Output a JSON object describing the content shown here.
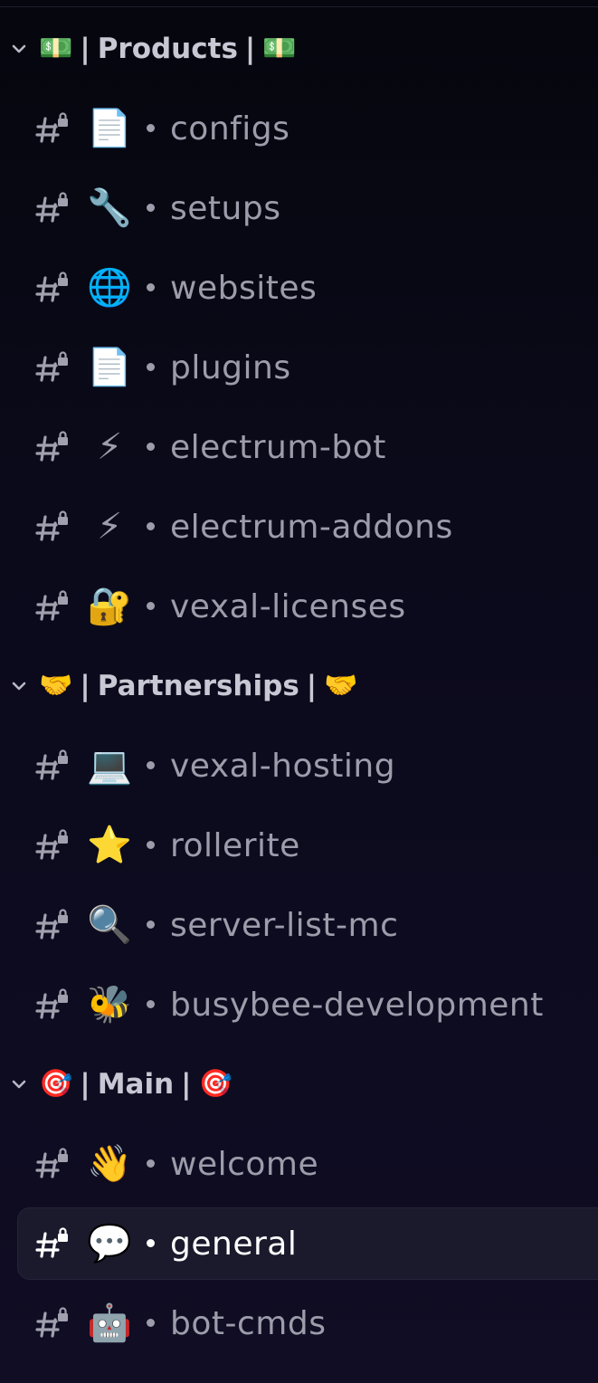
{
  "colors": {
    "category_text": "#c8c8d4",
    "channel_text": "#9c9cab",
    "selected_text": "#ffffff",
    "selected_background": "#1b1a2c",
    "background": "#0a0a1a"
  },
  "icons": {
    "collapse": "chevron-down-icon",
    "channel": "locked-hash-icon"
  },
  "categories": [
    {
      "label": "Products",
      "emoji_left": "💵",
      "emoji_right": "💵",
      "channels": [
        {
          "emoji": "📄",
          "name": "configs"
        },
        {
          "emoji": "🔧",
          "name": "setups"
        },
        {
          "emoji": "🌐",
          "name": "websites"
        },
        {
          "emoji": "📄",
          "name": "plugins"
        },
        {
          "emoji": "⚡",
          "name": "electrum-bot"
        },
        {
          "emoji": "⚡",
          "name": "electrum-addons"
        },
        {
          "emoji": "🔐",
          "name": "vexal-licenses"
        }
      ]
    },
    {
      "label": "Partnerships",
      "emoji_left": "🤝",
      "emoji_right": "🤝",
      "channels": [
        {
          "emoji": "💻",
          "name": "vexal-hosting"
        },
        {
          "emoji": "⭐",
          "name": "rollerite"
        },
        {
          "emoji": "🔍",
          "name": "server-list-mc"
        },
        {
          "emoji": "🐝",
          "name": "busybee-development"
        }
      ]
    },
    {
      "label": "Main",
      "emoji_left": "🎯",
      "emoji_right": "🎯",
      "channels": [
        {
          "emoji": "👋",
          "name": "welcome"
        },
        {
          "emoji": "💬",
          "name": "general",
          "selected": true
        },
        {
          "emoji": "🤖",
          "name": "bot-cmds"
        }
      ]
    }
  ]
}
